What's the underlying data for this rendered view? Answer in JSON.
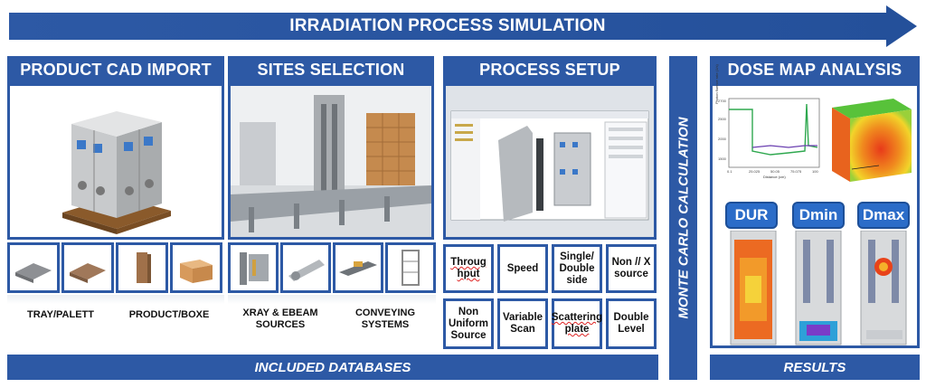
{
  "banner": {
    "title": "IRRADIATION PROCESS SIMULATION"
  },
  "sections": {
    "cad": {
      "title": "PRODUCT CAD IMPORT"
    },
    "sites": {
      "title": "SITES SELECTION"
    },
    "process": {
      "title": "PROCESS SETUP"
    },
    "monte": {
      "title": "MONTE CARLO CALCULATION"
    },
    "dose": {
      "title": "DOSE MAP ANALYSIS"
    }
  },
  "databases": {
    "labels": [
      "TRAY/PALETT",
      "PRODUCT/BOXE",
      "XRAY & EBEAM SOURCES",
      "CONVEYING SYSTEMS"
    ],
    "footer": "INCLUDED DATABASES"
  },
  "process_params": {
    "row1": [
      "Throughput",
      "Speed",
      "Single/ Double side",
      "Non // X source"
    ],
    "row2": [
      "Non Uniform Source",
      "Variable Scan",
      "Scattering plate",
      "Double Level"
    ]
  },
  "dose": {
    "buttons": [
      "DUR",
      "Dmin",
      "Dmax"
    ],
    "footer": "RESULTS",
    "chart": {
      "ylabel": "Photon fluence rate (1/s)",
      "xlabel": "Distance (cm)",
      "xticks": [
        "0.1",
        "25.025",
        "50.05",
        "75.075",
        "100"
      ],
      "yticks": [
        "2700",
        "2500",
        "2000",
        "1500"
      ]
    }
  },
  "colors": {
    "accent": "#2d59a5",
    "button": "#2b6cc8"
  }
}
